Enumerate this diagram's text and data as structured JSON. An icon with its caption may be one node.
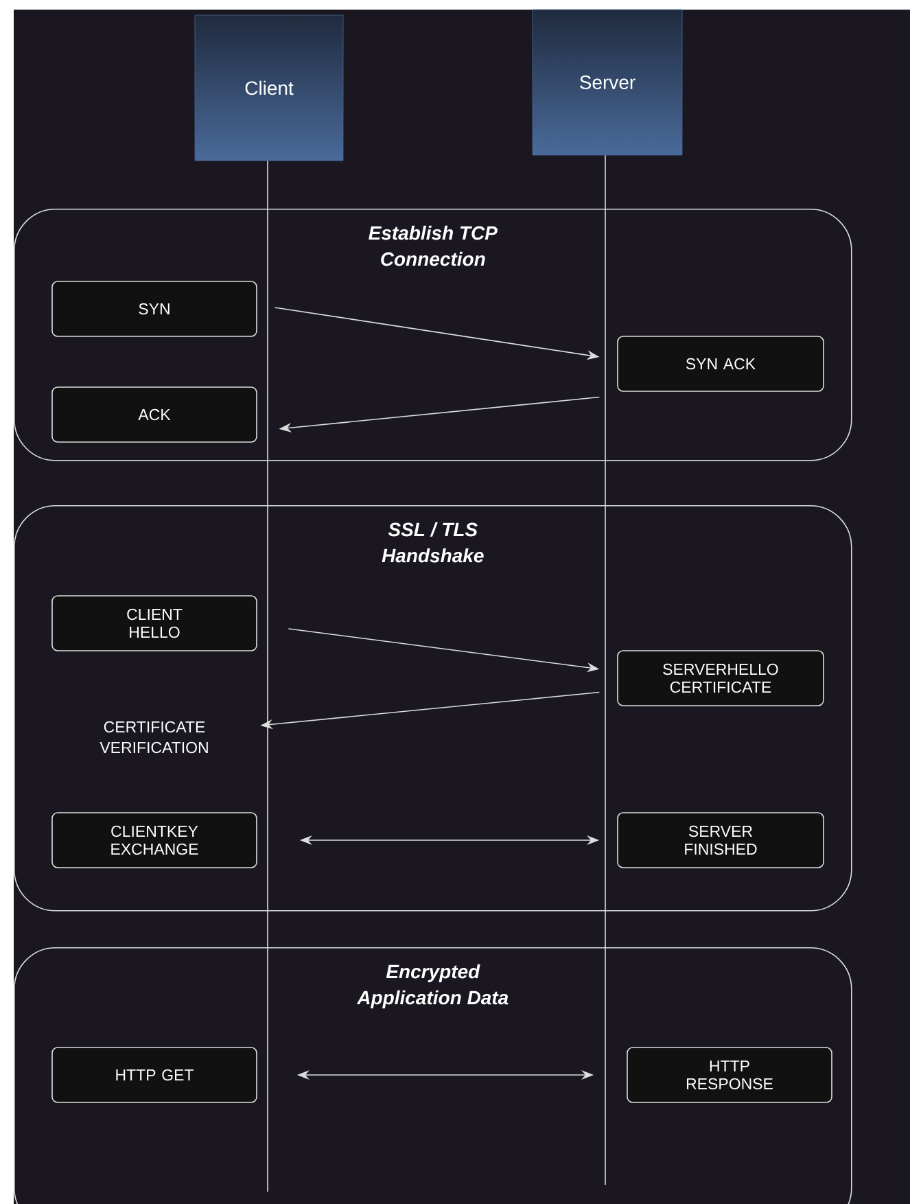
{
  "diagram": {
    "nodes": [
      {
        "text": [
          "Client"
        ]
      },
      {
        "text": [
          "Server"
        ]
      },
      {
        "text": [
          "Establish TCP Connection"
        ]
      },
      {
        "text": [
          "SYN"
        ],
        "in": 2
      },
      {
        "text": [
          "SYN ACK"
        ],
        "in": 2
      },
      {
        "text": [
          "ACK"
        ],
        "in": 2
      },
      {
        "text": [
          "SSL / TLS Handshake"
        ]
      },
      {
        "text": [
          "CLIENT HELLO"
        ],
        "in": 6
      },
      {
        "text": [
          "SERVERHELLO CERTIFICATE"
        ],
        "in": 6
      },
      {
        "text": [
          "CERTIFICATE VERIFICATION"
        ],
        "in": 6
      },
      {
        "text": [
          "CLIENTKEY EXCHANGE"
        ],
        "in": 6
      },
      {
        "text": [
          "SERVER FINISHED"
        ],
        "in": 6
      },
      {
        "text": [
          "Encrypted Application Data"
        ]
      },
      {
        "text": [
          "HTTP GET"
        ],
        "in": 12
      },
      {
        "text": [
          "HTTP RESPONSE"
        ],
        "in": 12
      }
    ],
    "edges": [
      {
        "from": 3,
        "to": 4,
        "arrow": "to"
      },
      {
        "from": 4,
        "to": 5,
        "arrow": "to"
      },
      {
        "from": 7,
        "to": 8,
        "arrow": "to"
      },
      {
        "from": 8,
        "to": 9,
        "arrow": "to"
      },
      {
        "from": 10,
        "to": 11,
        "arrow": "both"
      },
      {
        "from": 13,
        "to": 14,
        "arrow": "both"
      }
    ]
  }
}
